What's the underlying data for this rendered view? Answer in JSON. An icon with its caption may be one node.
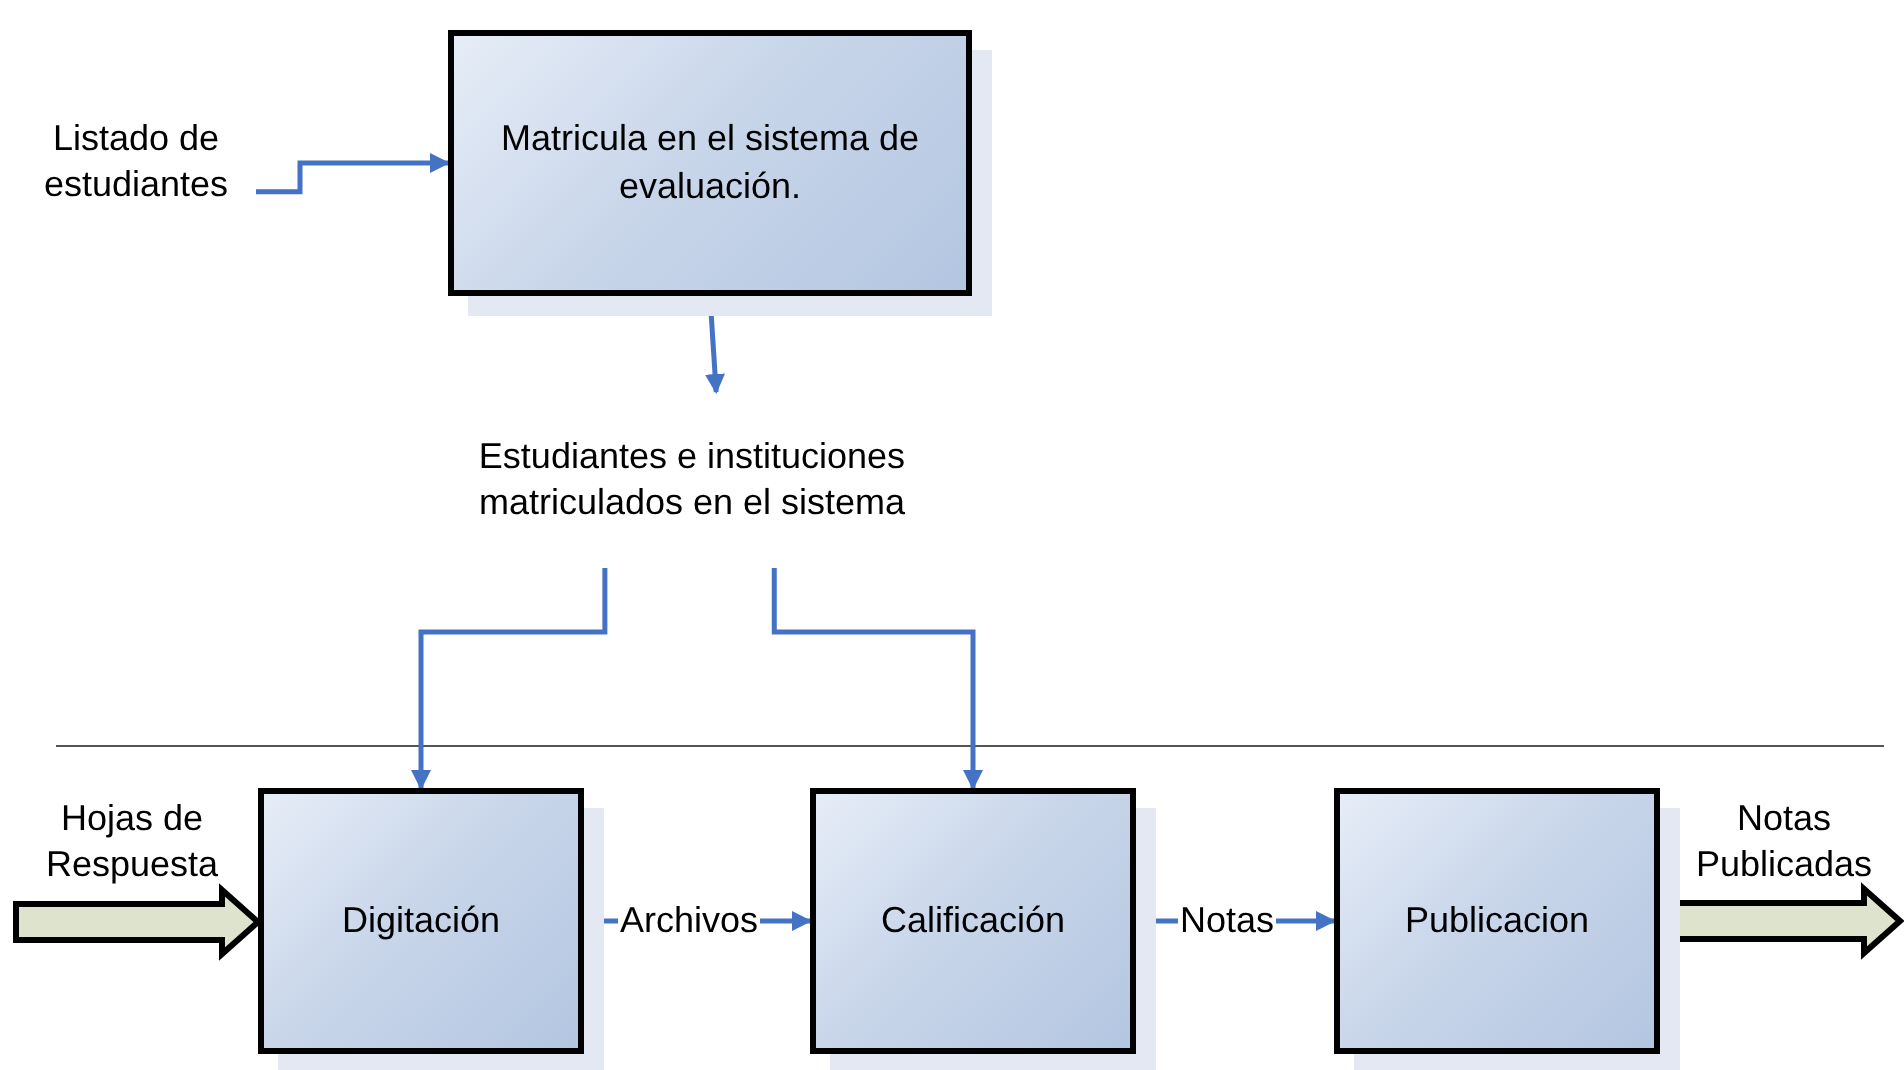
{
  "diagram": {
    "nodes": [
      {
        "text": [
          "Listado de estudiantes"
        ]
      },
      {
        "text": [
          "Matricula en el sistema de evaluación."
        ]
      },
      {
        "text": [
          "Estudiantes e instituciones matriculados en el sistema"
        ]
      },
      {
        "text": [
          "Digitación"
        ]
      },
      {
        "text": [
          "Calificación"
        ]
      },
      {
        "text": [
          "Publicacion"
        ]
      }
    ],
    "edges": [
      {
        "from": 0,
        "to": 1,
        "arrow": "to"
      },
      {
        "from": 1,
        "to": 2,
        "arrow": "to"
      },
      {
        "from": 2,
        "to": 3,
        "arrow": "to"
      },
      {
        "from": 2,
        "to": 4,
        "arrow": "to"
      },
      {
        "from": 3,
        "to": 4,
        "arrow": "to",
        "label": "Archivos"
      },
      {
        "from": 4,
        "to": 5,
        "arrow": "to",
        "label": "Notas"
      },
      {
        "from": null,
        "to": 3,
        "arrow": "to",
        "label": "Hojas de Respuesta",
        "style": "thick",
        "color": "#dde3cc"
      },
      {
        "from": 5,
        "to": null,
        "arrow": "to",
        "label": "Notas Publicadas",
        "style": "thick",
        "color": "#dde3cc"
      }
    ]
  }
}
